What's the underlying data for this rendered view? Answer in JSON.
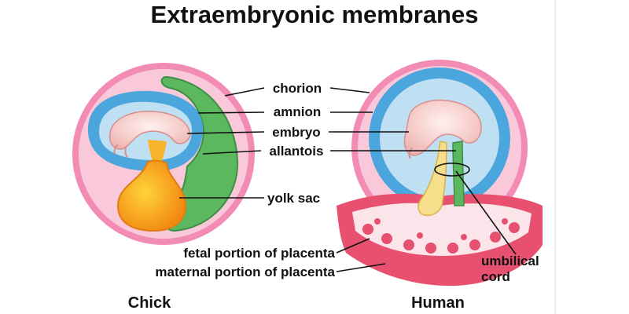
{
  "title": "Extraembryonic membranes",
  "labels": {
    "chorion": "chorion",
    "amnion": "amnion",
    "embryo": "embryo",
    "allantois": "allantois",
    "yolk_sac": "yolk sac",
    "fetal_placenta": "fetal portion of placenta",
    "maternal_placenta": "maternal portion of placenta",
    "umbilical_line1": "umbilical",
    "umbilical_line2": "cord"
  },
  "captions": {
    "chick": "Chick",
    "human": "Human"
  },
  "colors": {
    "chorion_pink": "#f28cb4",
    "chorion_light": "#f9c9da",
    "amnion_blue": "#4aa6dc",
    "amnion_light": "#bfe0f3",
    "allantois_green": "#5bb85f",
    "yolk_orange": "#f7a21b",
    "embryo_flesh": "#f6c9c6",
    "placenta_red": "#e8506f",
    "placenta_light": "#fce5ea"
  }
}
